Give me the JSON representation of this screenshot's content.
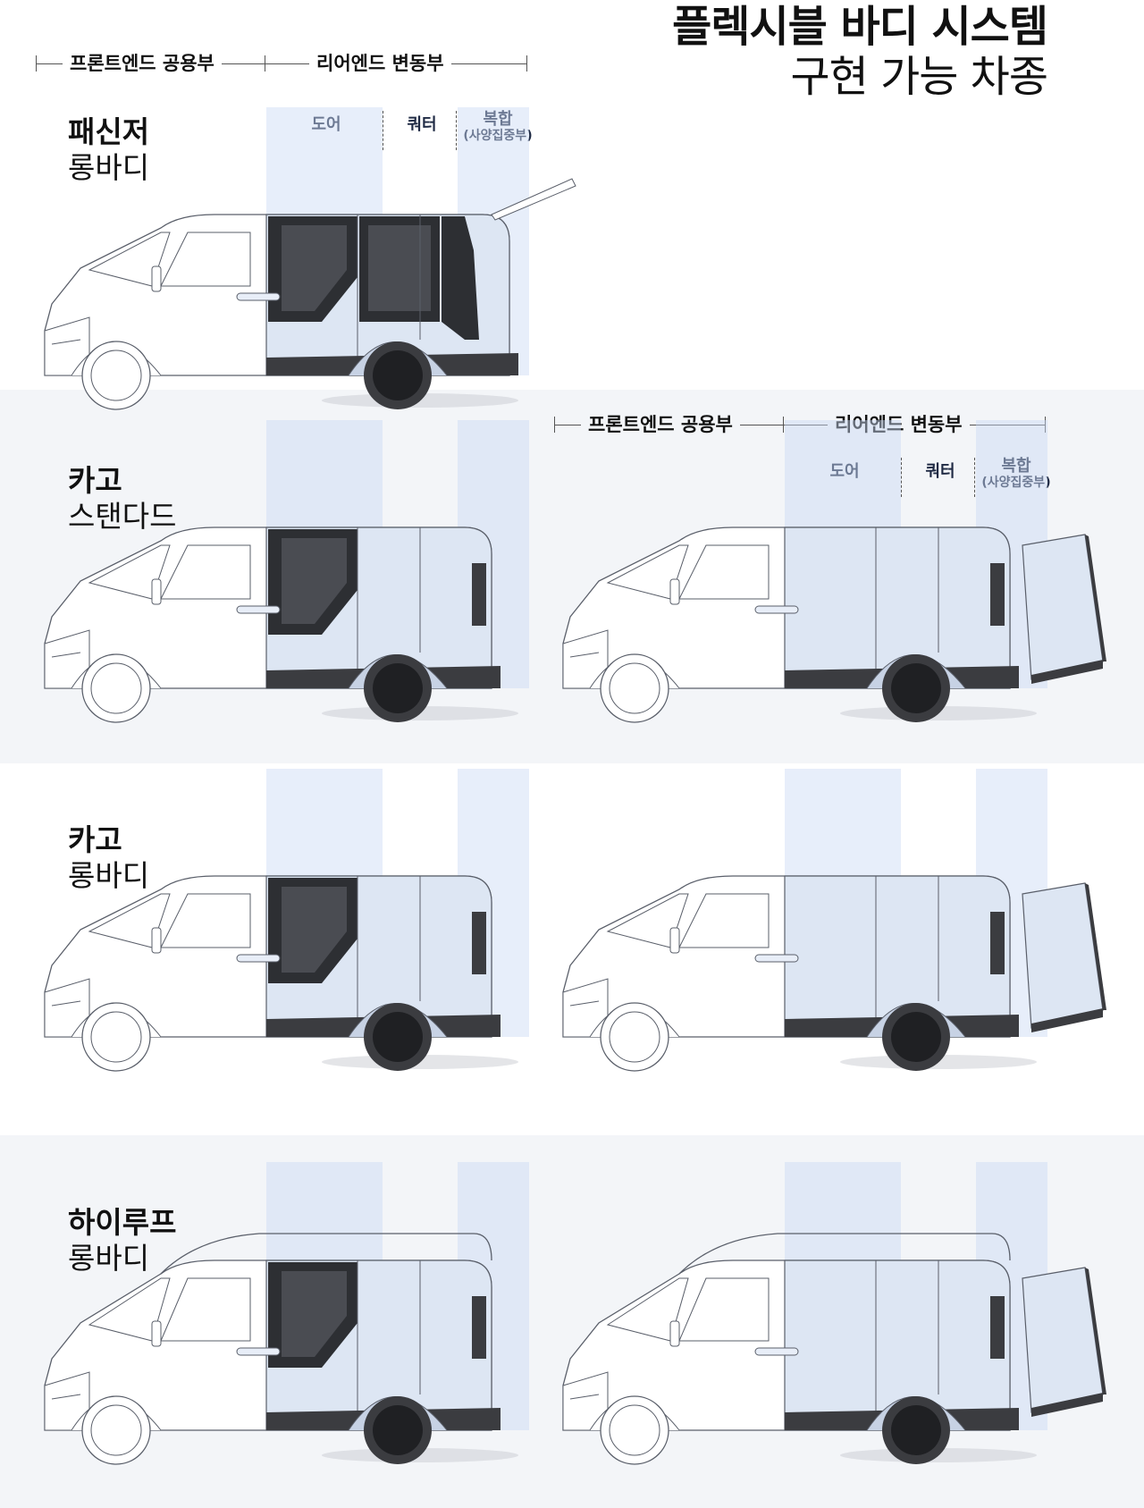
{
  "title": {
    "line1": "플렉시블 바디 시스템",
    "line2": "구현 가능 차종"
  },
  "segments": {
    "front": "프론트엔드 공용부",
    "rear": "리어엔드 변동부",
    "door": "도어",
    "quarter": "쿼터",
    "combo": "복합",
    "combo_sub": "(사양집중부)"
  },
  "rows": [
    {
      "name": "패신저",
      "sub": "롱바디"
    },
    {
      "name": "카고",
      "sub": "스탠다드"
    },
    {
      "name": "카고",
      "sub": "롱바디"
    },
    {
      "name": "하이루프",
      "sub": "롱바디"
    }
  ],
  "colors": {
    "outline": "#5a5f6a",
    "body_fill": "#ffffff",
    "rear_fill": "#dde6f3",
    "glass": "#2d2f33",
    "lower_dark": "#3b3c40",
    "bg_band": "#f3f5f8",
    "highlight": "#c9d9f4"
  }
}
